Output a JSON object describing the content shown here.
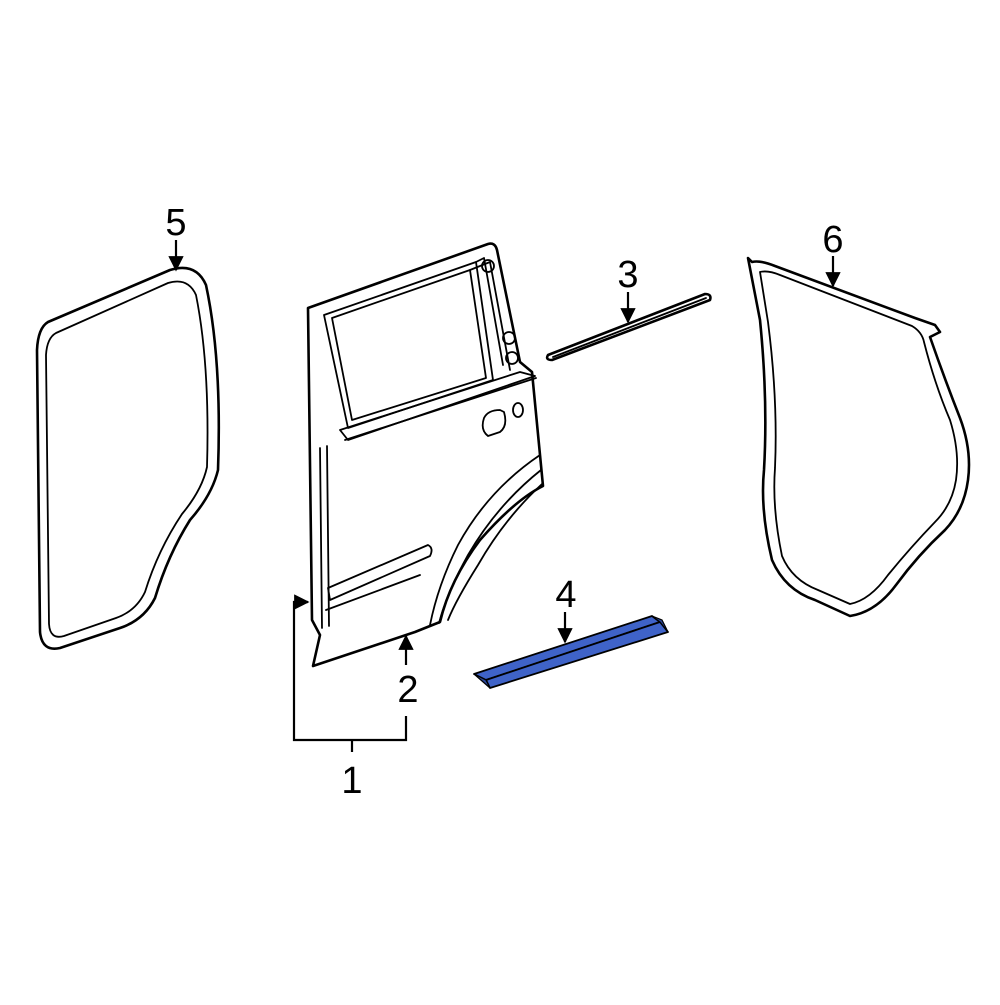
{
  "callouts": [
    {
      "id": "1",
      "label": "1"
    },
    {
      "id": "2",
      "label": "2"
    },
    {
      "id": "3",
      "label": "3"
    },
    {
      "id": "4",
      "label": "4"
    },
    {
      "id": "5",
      "label": "5"
    },
    {
      "id": "6",
      "label": "6"
    }
  ],
  "colors": {
    "line": "#000000",
    "background": "#ffffff",
    "highlight_part": "#3f63c8",
    "highlight_part_dark": "#2a469a"
  }
}
